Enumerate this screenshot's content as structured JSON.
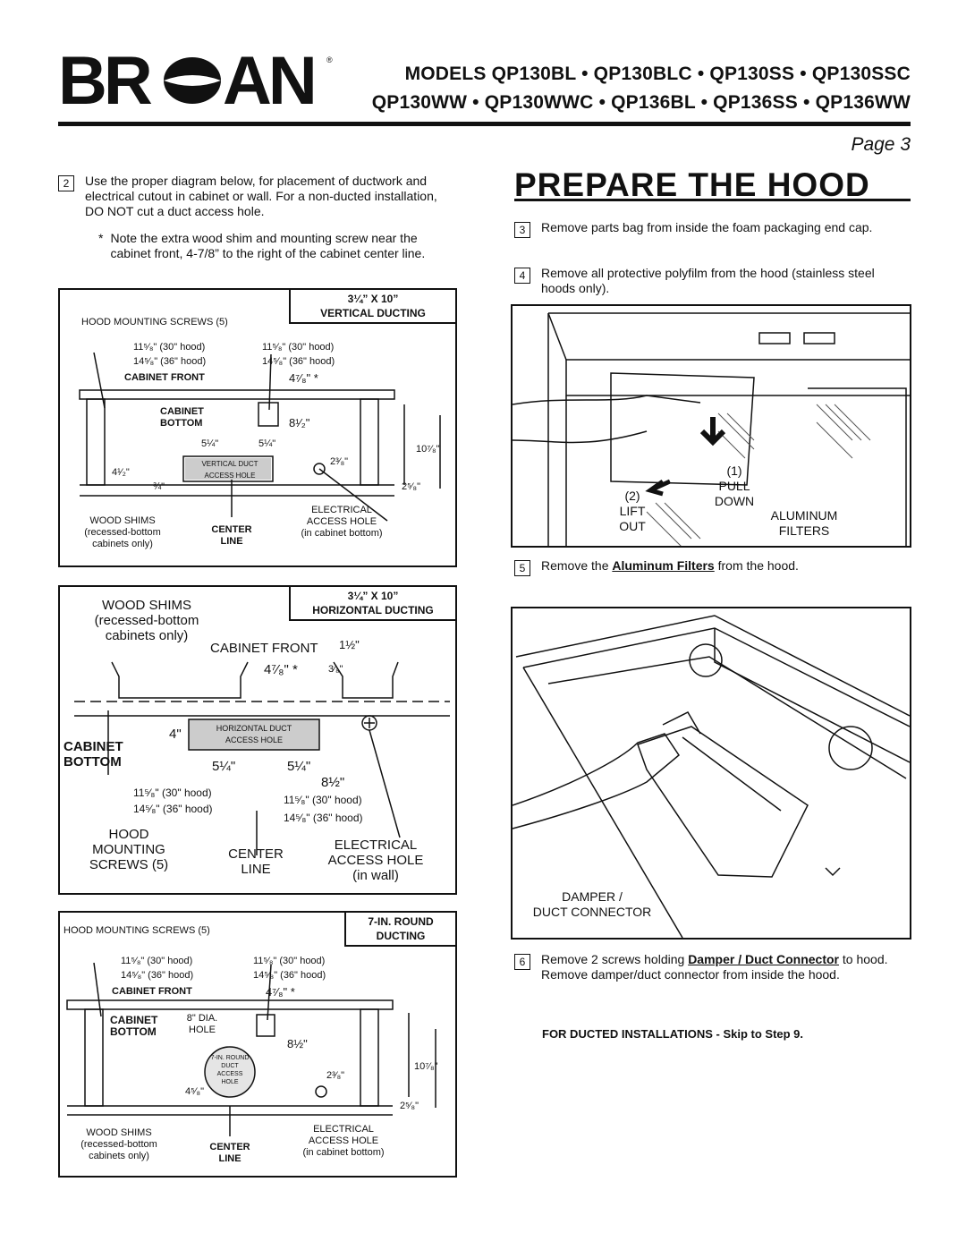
{
  "header": {
    "brand": "BROAN",
    "models_line1": "MODELS  QP130BL • QP130BLC • QP130SS • QP130SSC",
    "models_line2": "QP130WW • QP130WWC • QP136BL • QP136SS • QP136WW",
    "page": "Page 3"
  },
  "section_title": "PREPARE THE HOOD",
  "left": {
    "step2": {
      "num": "2",
      "text": "Use the proper diagram below, for placement of ductwork and electrical cutout in cabinet or wall. For a non-ducted installation, DO NOT cut a duct access hole."
    },
    "note": {
      "mark": "*",
      "text": "Note the extra wood shim and mounting screw near the cabinet front, 4-7/8” to the right of the cabinet center line."
    },
    "diagram1": {
      "size": "3¼” X 10”",
      "type": "VERTICAL DUCTING",
      "screws": "HOOD MOUNTING SCREWS (5)",
      "d1a": "11⁵⁄₈\" (30\" hood)",
      "d1b": "14⁵⁄₈\" (36\" hood)",
      "d2a": "11⁵⁄₈\" (30\" hood)",
      "d2b": "14⁵⁄₈\" (36\" hood)",
      "cabinet_front": "CABINET FRONT",
      "shim_offset": "4⁷⁄₈\" *",
      "cabinet_bottom_1": "CABINET",
      "cabinet_bottom_2": "BOTTOM",
      "d812": "8¹⁄₂\"",
      "d514a": "5¼\"",
      "d514b": "5¼\"",
      "d1078": "10⁷⁄₈\"",
      "d238": "2³⁄₈\"",
      "d412": "4¹⁄₂\"",
      "d34": "¾\"",
      "d258": "2⁵⁄₈\"",
      "hole1": "VERTICAL DUCT",
      "hole2": "ACCESS HOLE",
      "shims1": "WOOD SHIMS",
      "shims2": "(recessed-bottom",
      "shims3": "cabinets only)",
      "center1": "CENTER",
      "center2": "LINE",
      "elec1": "ELECTRICAL",
      "elec2": "ACCESS HOLE",
      "elec3": "(in cabinet bottom)"
    },
    "diagram2": {
      "size": "3¼” X 10”",
      "type": "HORIZONTAL DUCTING",
      "shims1": "WOOD SHIMS",
      "shims2": "(recessed-bottom",
      "shims3": "cabinets only)",
      "cabinet_front": "CABINET FRONT",
      "d112": "1½\"",
      "shim_offset": "4⁷⁄₈\" *",
      "d38": "3⁄₈\"",
      "d4": "4\"",
      "cabinet1": "CABINET",
      "cabinet2": "BOTTOM",
      "hole1": "HORIZONTAL DUCT",
      "hole2": "ACCESS HOLE",
      "d514a": "5¼\"",
      "d514b": "5¼\"",
      "d812": "8½\"",
      "d1a": "11⁵⁄₈\" (30\" hood)",
      "d1b": "14⁵⁄₈\" (36\" hood)",
      "d2a": "11⁵⁄₈\" (30\" hood)",
      "d2b": "14⁵⁄₈\" (36\" hood)",
      "hood1": "HOOD",
      "hood2": "MOUNTING",
      "hood3": "SCREWS (5)",
      "center1": "CENTER",
      "center2": "LINE",
      "elec1": "ELECTRICAL",
      "elec2": "ACCESS HOLE",
      "elec3": "(in wall)"
    },
    "diagram3": {
      "size": "7-IN. ROUND",
      "type": "DUCTING",
      "screws": "HOOD MOUNTING SCREWS (5)",
      "d1a": "11⁵⁄₈\" (30\" hood)",
      "d1b": "14⁵⁄₈\" (36\" hood)",
      "d2a": "11⁵⁄₈\" (30\" hood)",
      "d2b": "14⁵⁄₈\" (36\" hood)",
      "cabinet_front": "CABINET FRONT",
      "shim_offset": "4⁷⁄₈\" *",
      "cabinet1": "CABINET",
      "cabinet2": "BOTTOM",
      "dia1": "8\" DIA.",
      "dia2": "HOLE",
      "d812": "8½\"",
      "d1078": "10⁷⁄₈\"",
      "d238": "2³⁄₈\"",
      "d458": "4⁵⁄₈\"",
      "d258": "2⁵⁄₈\"",
      "round1": "7-IN. ROUND",
      "round2": "DUCT",
      "round3": "ACCESS",
      "round4": "HOLE",
      "shims1": "WOOD SHIMS",
      "shims2": "(recessed-bottom",
      "shims3": "cabinets only)",
      "center1": "CENTER",
      "center2": "LINE",
      "elec1": "ELECTRICAL",
      "elec2": "ACCESS HOLE",
      "elec3": "(in cabinet bottom)"
    }
  },
  "right": {
    "step3": {
      "num": "3",
      "text": "Remove parts bag from inside the foam packaging end cap."
    },
    "step4": {
      "num": "4",
      "text": "Remove all protective polyfilm from the hood (stainless steel hoods only)."
    },
    "fig1": {
      "l1": "(1)",
      "l2": "PULL",
      "l3": "DOWN",
      "l4": "(2)",
      "l5": "LIFT",
      "l6": "OUT",
      "l7": "ALUMINUM",
      "l8": "FILTERS"
    },
    "step5": {
      "num": "5",
      "pre": "Remove the ",
      "link": "Aluminum Filters",
      "post": " from the hood."
    },
    "fig2": {
      "l1": "DAMPER /",
      "l2": "DUCT CONNECTOR"
    },
    "step6": {
      "num": "6",
      "pre": "Remove 2 screws holding ",
      "link": "Damper / Duct Connector",
      "post": " to hood. Remove damper/duct connector from inside the hood."
    },
    "ducted_note": "FOR DUCTED INSTALLATIONS - Skip to Step 9."
  }
}
